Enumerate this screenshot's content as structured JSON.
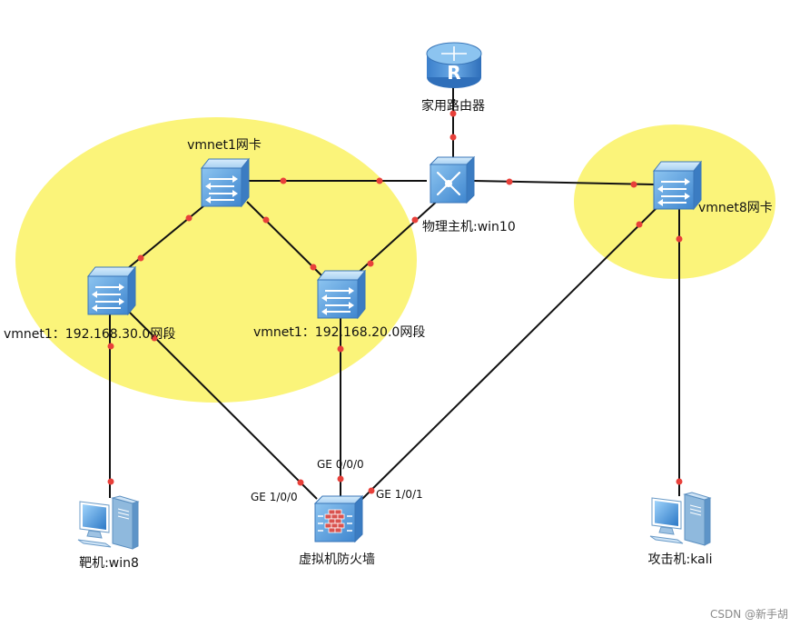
{
  "diagram": {
    "colors": {
      "zone_fill": "#fbf47a",
      "link": "#111111",
      "port_dot": "#e8403a",
      "device_blue": "#5b9fd8",
      "router_blue": "#4a8ed6",
      "firewall_red": "#d9534f"
    },
    "nodes": {
      "router": {
        "label": "家用路由器",
        "icon": "router-icon"
      },
      "host": {
        "label": "物理主机:win10",
        "icon": "core-switch-icon"
      },
      "vmnet1_nic": {
        "label": "vmnet1网卡",
        "icon": "switch-icon"
      },
      "vmnet8_nic": {
        "label": "vmnet8网卡",
        "icon": "switch-icon"
      },
      "seg30": {
        "label": "vmnet1：192.168.30.0网段",
        "icon": "switch-icon"
      },
      "seg20": {
        "label": "vmnet1：192.168.20.0网段",
        "icon": "switch-icon"
      },
      "target": {
        "label": "靶机:win8",
        "icon": "pc-icon"
      },
      "attacker": {
        "label": "攻击机:kali",
        "icon": "pc-icon"
      },
      "firewall": {
        "label": "虚拟机防火墙",
        "icon": "firewall-icon"
      }
    },
    "ports": {
      "ge000": "GE 0/0/0",
      "ge100": "GE 1/0/0",
      "ge101": "GE 1/0/1"
    },
    "watermark": "CSDN @新手胡"
  }
}
